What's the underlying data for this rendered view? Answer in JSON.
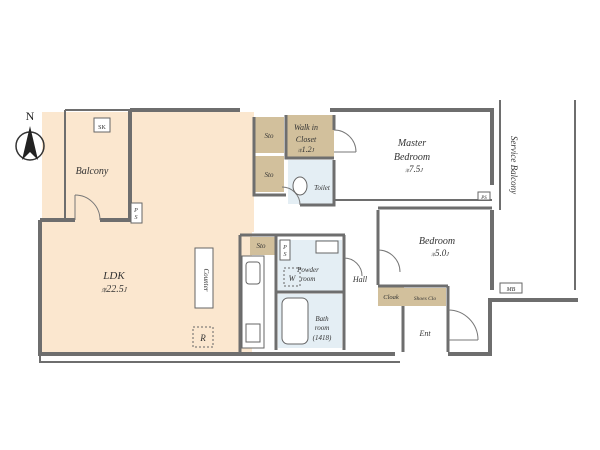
{
  "compass": {
    "letter": "N"
  },
  "rooms": {
    "balcony": "Balcony",
    "ldk": "LDK",
    "ldk_area": "22.5",
    "walk_in_closet_1": "Walk in",
    "walk_in_closet_2": "Closet",
    "walk_in_closet_area": "1.2",
    "master_bedroom_1": "Master",
    "master_bedroom_2": "Bedroom",
    "master_bedroom_area": "7.5",
    "bedroom": "Bedroom",
    "bedroom_area": "5.0",
    "service_balcony": "Service Balcony",
    "toilet": "Toilet",
    "powder_room_1": "Powder",
    "powder_room_2": "room",
    "bath_room_1": "Bath",
    "bath_room_2": "room",
    "bath_room_size": "(1418)",
    "hall": "Hall",
    "ent": "Ent",
    "cloak": "Cloak",
    "shoes_clo": "Shoes Clo"
  },
  "fixtures": {
    "sk": "SK",
    "ps1": "P",
    "ps2": "S",
    "sto1": "Sto",
    "sto2": "Sto",
    "sto3": "Sto",
    "counter": "Counter",
    "refrigerator": "R",
    "washer": "W",
    "mb": "MB",
    "area_prefix": "洋",
    "area_unit": "J"
  },
  "colors": {
    "wall": "#6e6e6e",
    "ldk_floor": "#fbe7cf",
    "storage": "#d2c09c",
    "wet_area": "#e4eef4",
    "closet_floor": "#e8dcc6",
    "room_floor": "#ffffff"
  }
}
